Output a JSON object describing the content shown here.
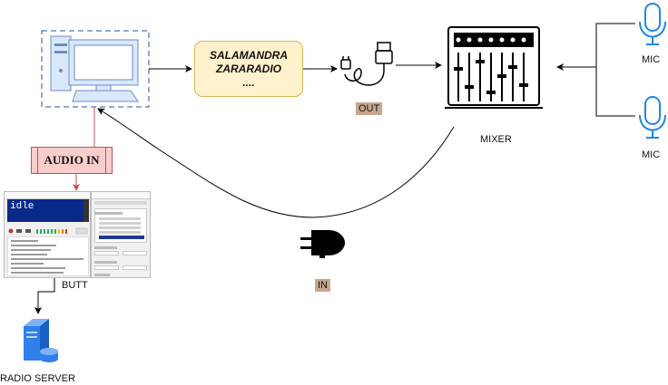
{
  "nodes": {
    "process_lines": [
      "SALAMANDRA",
      "ZARARADIO",
      "...."
    ],
    "audio_in": "AUDIO IN",
    "out_tag": "OUT",
    "in_tag": "IN",
    "mixer": "MIXER",
    "mic_top": "MIC",
    "mic_bottom": "MIC",
    "butt": "BUTT",
    "radio_server": "RADIO SERVER",
    "butt_display": "idle"
  },
  "colors": {
    "process_fill": "#fff2cc",
    "process_stroke": "#d6b656",
    "audio_in_fill": "#f8cecc",
    "audio_in_stroke": "#b85450",
    "tag_fill": "#c8a68e",
    "mic_blue": "#1e88e5",
    "computer_dashed": "#6c8ebf",
    "computer_fill": "#dae8fc",
    "server_blue": "#2f80ed"
  },
  "icons": [
    "computer-icon",
    "usb-plug-icon",
    "mixer-icon",
    "mic-icon",
    "power-plug-icon",
    "server-icon"
  ]
}
